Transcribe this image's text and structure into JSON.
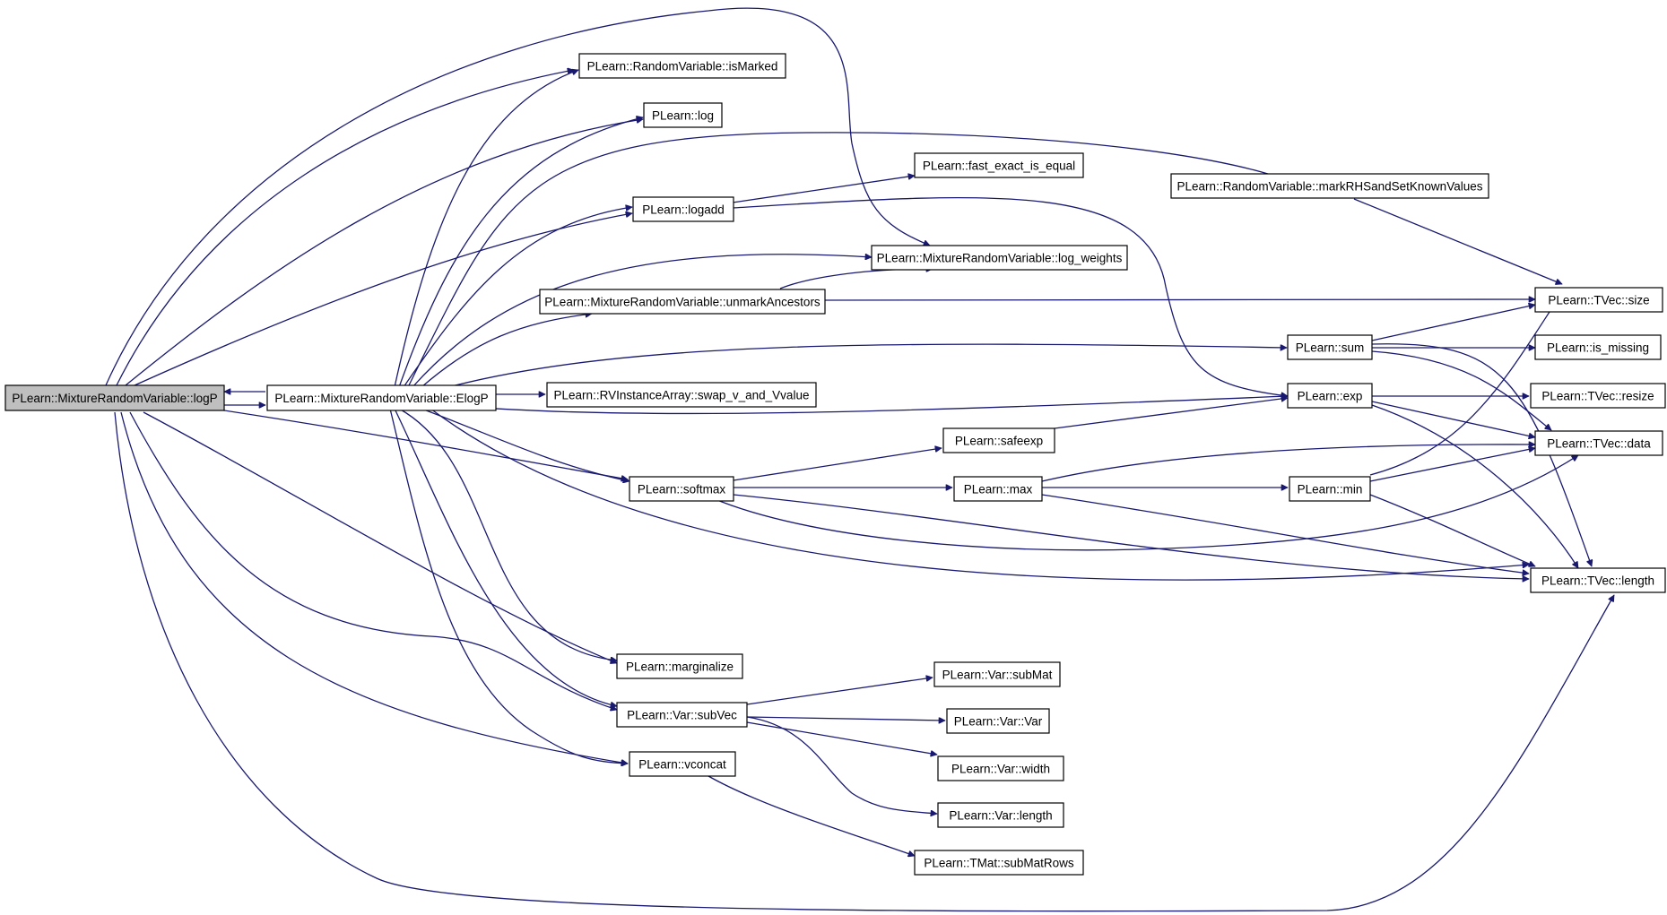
{
  "nodes": {
    "logP": "PLearn::MixtureRandomVariable::logP",
    "ElogP": "PLearn::MixtureRandomVariable::ElogP",
    "isMarked": "PLearn::RandomVariable::isMarked",
    "log": "PLearn::log",
    "fast_exact_is_equal": "PLearn::fast_exact_is_equal",
    "logadd": "PLearn::logadd",
    "markRHS": "PLearn::RandomVariable::markRHSandSetKnownValues",
    "log_weights": "PLearn::MixtureRandomVariable::log_weights",
    "unmarkAncestors": "PLearn::MixtureRandomVariable::unmarkAncestors",
    "tvec_size": "PLearn::TVec::size",
    "sum": "PLearn::sum",
    "is_missing": "PLearn::is_missing",
    "swap_v": "PLearn::RVInstanceArray::swap_v_and_Vvalue",
    "exp": "PLearn::exp",
    "tvec_resize": "PLearn::TVec::resize",
    "safeexp": "PLearn::safeexp",
    "tvec_data": "PLearn::TVec::data",
    "softmax": "PLearn::softmax",
    "max": "PLearn::max",
    "min": "PLearn::min",
    "tvec_length": "PLearn::TVec::length",
    "marginalize": "PLearn::marginalize",
    "var_subMat": "PLearn::Var::subMat",
    "var_subVec": "PLearn::Var::subVec",
    "var_Var": "PLearn::Var::Var",
    "var_width": "PLearn::Var::width",
    "vconcat": "PLearn::vconcat",
    "var_length": "PLearn::Var::length",
    "subMatRows": "PLearn::TMat::subMatRows"
  },
  "edge_color": "#191970",
  "root_fill": "#bfbfbf"
}
